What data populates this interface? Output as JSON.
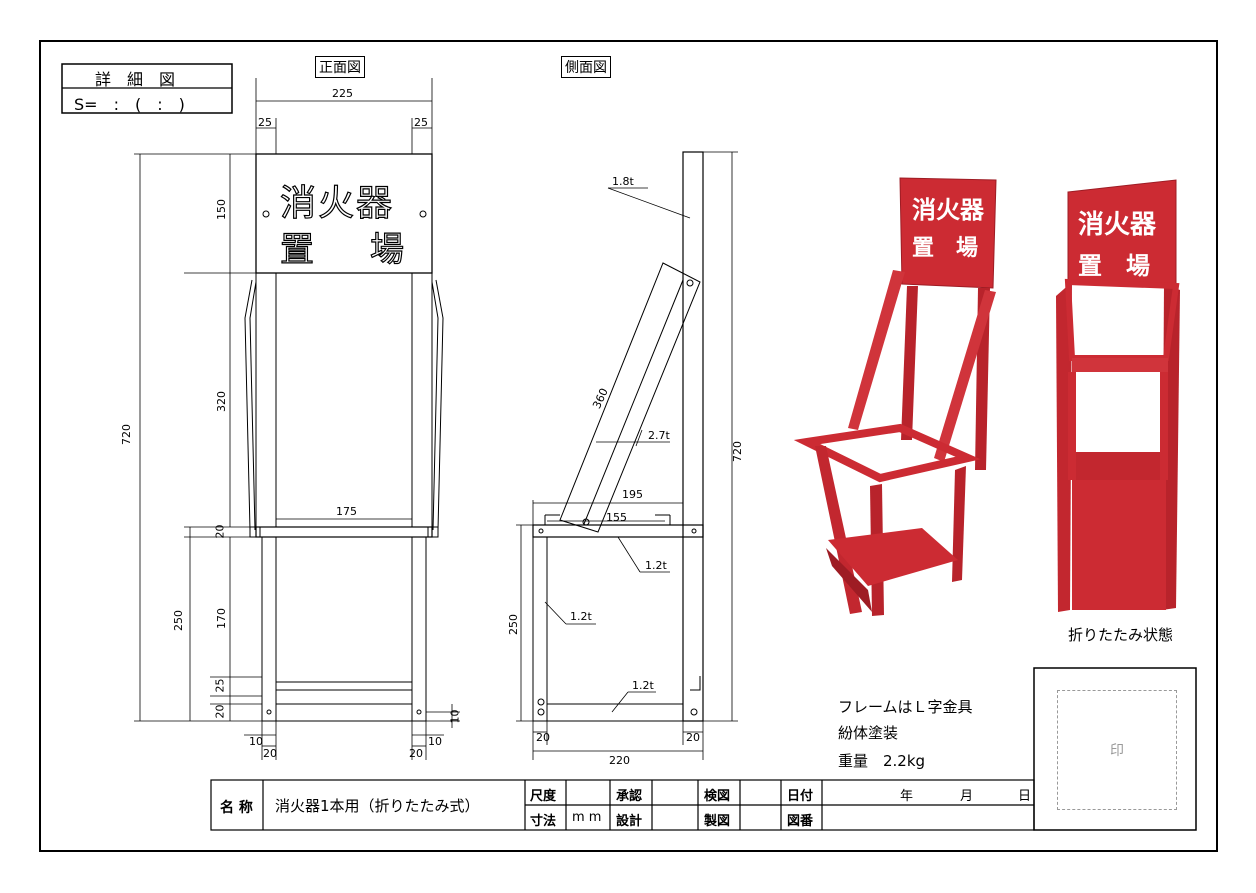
{
  "header": {
    "detail_title": "詳　細　図",
    "scale_text": "S=　:　(　:　)"
  },
  "views": {
    "front_title": "正面図",
    "side_title": "側面図"
  },
  "front_dims": {
    "width_total": "225",
    "left_margin": "25",
    "right_margin": "25",
    "height_total": "720",
    "sign_height": "150",
    "mid_height": "320",
    "tray_thickness": "20",
    "base_height": "250",
    "leg_span": "170",
    "lower_a": "25",
    "lower_b": "20",
    "inner_width": "175",
    "foot_a": "10",
    "foot_b": "20",
    "foot_c": "20",
    "foot_d": "10",
    "edge_10": "10"
  },
  "sign": {
    "line1": "消火器",
    "line2_left": "置",
    "line2_right": "場"
  },
  "side_dims": {
    "top_thickness": "1.8t",
    "arm_length": "360",
    "arm_thickness": "2.7t",
    "depth_outer": "195",
    "depth_inner": "155",
    "tray_thickness": "1.2t",
    "post_thickness": "1.2t",
    "bottom_thickness": "1.2t",
    "height_total": "720",
    "base_height": "250",
    "base_depth": "220",
    "foot_left": "20",
    "foot_right": "20"
  },
  "photos": {
    "caption_folded": "折りたたみ状態",
    "sign_line1": "消火器",
    "sign_line2": "置　場",
    "colors": {
      "frame": "#cc2b33",
      "frame_dark": "#9e1c24",
      "frame_light": "#e04a50"
    }
  },
  "notes": {
    "line1": "フレームはＬ字金具",
    "line2": "紛体塗装",
    "line3": "重量　2.2kg"
  },
  "title_block": {
    "name_label": "名 称",
    "name_value": "消火器1本用（折りたたみ式）",
    "scale_label": "尺度",
    "unit_label": "寸法",
    "unit_value": "m m",
    "approve_label": "承認",
    "design_label": "設計",
    "check_label": "検図",
    "draft_label": "製図",
    "date_label": "日付",
    "drawing_no_label": "図番",
    "year": "年",
    "month": "月",
    "day": "日"
  },
  "stamp": {
    "label": "印"
  }
}
